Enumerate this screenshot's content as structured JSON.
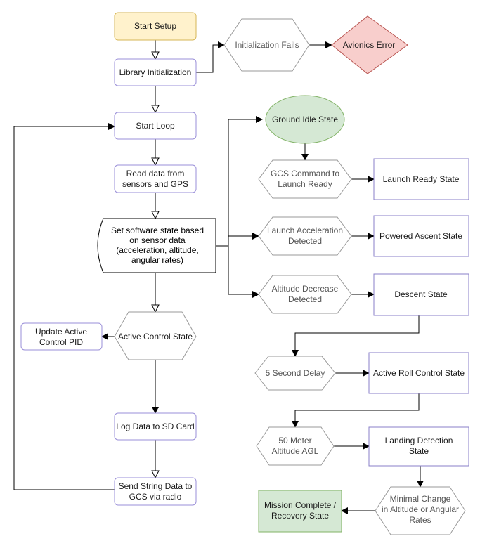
{
  "colors": {
    "start_fill": "#fff2cc",
    "start_stroke": "#d6b656",
    "error_fill": "#f8cecc",
    "error_stroke": "#b85450",
    "idle_fill": "#d5e8d4",
    "idle_stroke": "#82b366",
    "complete_fill": "#d5e8d4",
    "complete_stroke": "#82b366",
    "process_stroke": "#9a8fd8",
    "state_stroke": "#8a7fc8",
    "hex_stroke": "#999999",
    "arrow": "#000000"
  },
  "nodes": {
    "start_setup": "Start Setup",
    "library_init": "Library Initialization",
    "init_fails": "Initialization Fails",
    "avionics_error": "Avionics Error",
    "start_loop": "Start Loop",
    "read_data": [
      "Read data from",
      "sensors and GPS"
    ],
    "set_state": [
      "Set software state based",
      "on sensor data",
      "(acceleration, altitude,",
      "angular rates)"
    ],
    "active_control_state": "Active Control State",
    "update_pid": [
      "Update Active",
      "Control PID"
    ],
    "log_data": "Log Data to SD Card",
    "send_data": [
      "Send String Data to",
      "GCS via radio"
    ],
    "ground_idle": "Ground Idle State",
    "gcs_command": [
      "GCS Command to",
      "Launch Ready"
    ],
    "launch_ready": "Launch Ready State",
    "launch_accel": [
      "Launch Acceleration",
      "Detected"
    ],
    "powered_ascent": "Powered Ascent State",
    "altitude_decrease": [
      "Altitude Decrease",
      "Detected"
    ],
    "descent": "Descent State",
    "delay": "5 Second Delay",
    "active_roll": "Active Roll Control State",
    "fifty_meter": [
      "50 Meter",
      "Altitude AGL"
    ],
    "landing_detection": [
      "Landing Detection",
      "State"
    ],
    "minimal_change": [
      "Minimal Change",
      "in Altitude or Angular",
      "Rates"
    ],
    "mission_complete": [
      "Mission Complete /",
      "Recovery State"
    ]
  }
}
